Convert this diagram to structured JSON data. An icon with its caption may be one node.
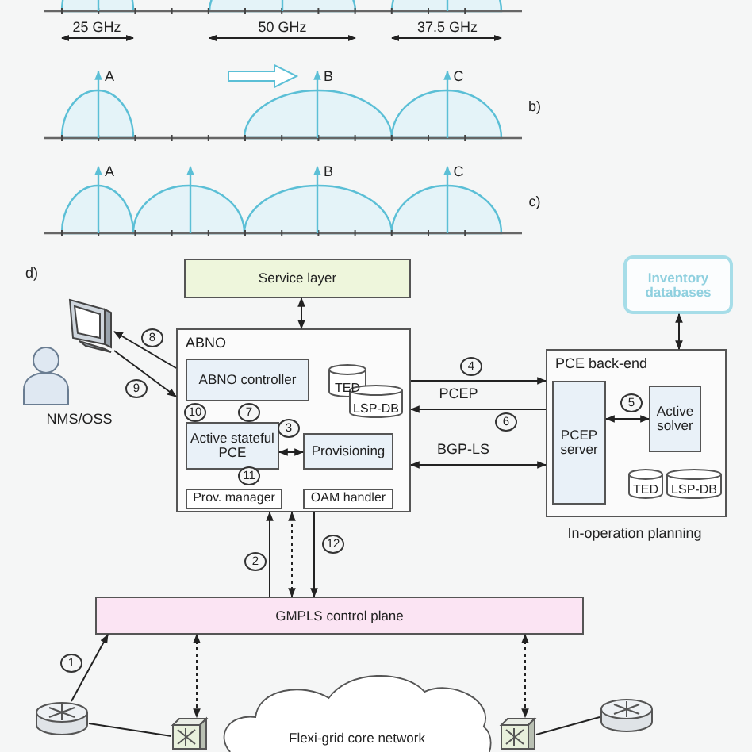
{
  "diagram": {
    "nodes": [
      {
        "text": [
          "Service layer"
        ]
      },
      {
        "text": [
          "Inventory databases"
        ]
      },
      {
        "text": [
          "ABNO"
        ]
      },
      {
        "text": [
          "ABNO controller"
        ],
        "in": 2
      },
      {
        "text": [
          "TED"
        ],
        "in": 2
      },
      {
        "text": [
          "LSP-DB"
        ],
        "in": 2
      },
      {
        "text": [
          "Active stateful PCE"
        ],
        "in": 2
      },
      {
        "text": [
          "Provisioning"
        ],
        "in": 2
      },
      {
        "text": [
          "Prov. manager"
        ],
        "in": 2
      },
      {
        "text": [
          "OAM handler"
        ],
        "in": 2
      },
      {
        "text": [
          "PCE back-end"
        ],
        "beside": [
          "In-operation planning"
        ]
      },
      {
        "text": [
          "PCEP server"
        ],
        "in": 10
      },
      {
        "text": [
          "Active solver"
        ],
        "in": 10
      },
      {
        "text": [
          "TED"
        ],
        "in": 10
      },
      {
        "text": [
          "LSP-DB"
        ],
        "in": 10
      },
      {
        "text": [],
        "shape": "person",
        "beside": [
          "NMS/OSS"
        ]
      },
      {
        "text": [],
        "shape": "monitor"
      },
      {
        "text": [
          "GMPLS control plane"
        ]
      },
      {
        "text": [
          "Flexi-grid core network"
        ]
      },
      {
        "text": [],
        "shape": "router"
      },
      {
        "text": [],
        "shape": "switch"
      },
      {
        "text": [],
        "shape": "switch"
      },
      {
        "text": [],
        "shape": "router"
      }
    ],
    "edges": [
      {
        "from": 2,
        "to": 16,
        "arrow": "to",
        "label": "8"
      },
      {
        "from": 16,
        "to": 2,
        "arrow": "to",
        "label": "9"
      },
      {
        "from": 0,
        "to": 2,
        "arrow": "both"
      },
      {
        "from": 1,
        "to": 10,
        "arrow": "both"
      },
      {
        "from": 2,
        "to": 10,
        "arrow": "to",
        "label": "4"
      },
      {
        "from": 10,
        "to": 2,
        "arrow": "to",
        "label": "6"
      },
      {
        "from": 2,
        "to": 10,
        "arrow": "both",
        "label": "BGP-LS"
      },
      {
        "from": 11,
        "to": 12,
        "arrow": "both",
        "label": "5"
      },
      {
        "from": 6,
        "to": 7,
        "arrow": "both",
        "label": "3"
      },
      {
        "from": 17,
        "to": 2,
        "arrow": "to",
        "label": "2"
      },
      {
        "from": 17,
        "to": 2,
        "arrow": "both",
        "style": "dashed"
      },
      {
        "from": 2,
        "to": 17,
        "arrow": "to",
        "label": "12"
      },
      {
        "from": 19,
        "to": 17,
        "arrow": "to",
        "label": "1"
      },
      {
        "from": 17,
        "to": 20,
        "arrow": "both",
        "style": "dashed"
      },
      {
        "from": 17,
        "to": 21,
        "arrow": "both",
        "style": "dashed"
      },
      {
        "from": 19,
        "to": 20,
        "arrow": "none"
      },
      {
        "from": 21,
        "to": 22,
        "arrow": "none"
      }
    ],
    "labels": [
      "25 GHz",
      "50 GHz",
      "37.5 GHz",
      "A",
      "B",
      "C",
      "b)",
      "A",
      "B",
      "C",
      "c)",
      "d)",
      "PCEP",
      "10",
      "7",
      "11"
    ]
  }
}
